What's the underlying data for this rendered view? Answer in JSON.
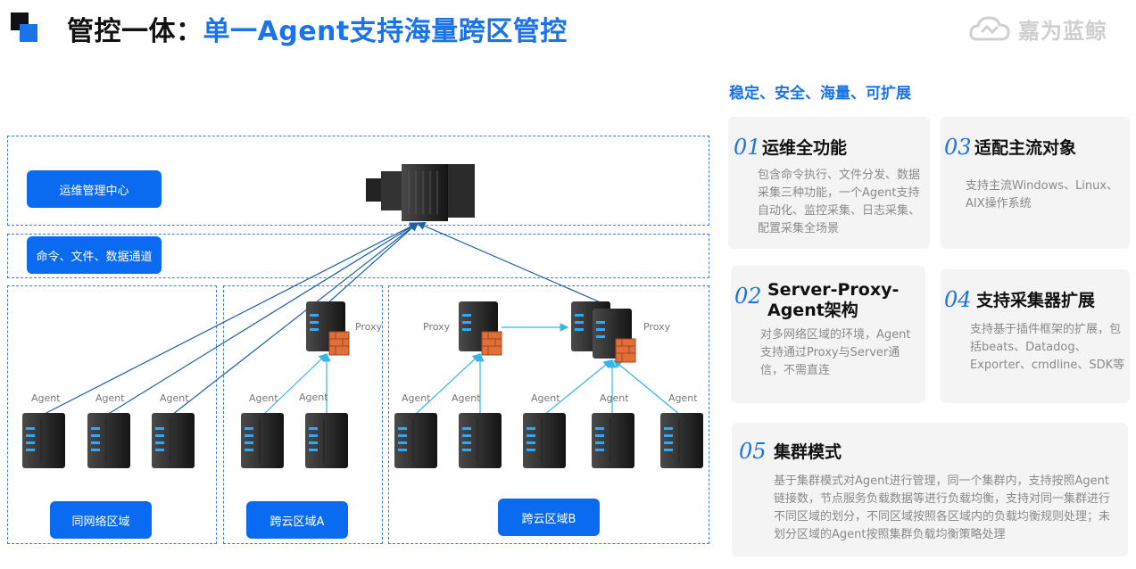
{
  "header": {
    "title_dark": "管控一体：",
    "title_blue": "单一Agent支持海量跨区管控",
    "brand": "嘉为蓝鲸"
  },
  "diagram": {
    "center_label": "运维管理中心",
    "channel_label": "命令、文件、数据通道",
    "zone_same": "同网络区域",
    "zone_a": "跨云区域A",
    "zone_b": "跨云区域B",
    "agent_label": "Agent",
    "proxy_label": "Proxy"
  },
  "panel": {
    "subtitle": "稳定、安全、海量、可扩展",
    "cards": [
      {
        "num": "01",
        "title": "运维全功能",
        "desc": "包含命令执行、文件分发、数据采集三种功能，一个Agent支持自动化、监控采集、日志采集、配置采集全场景"
      },
      {
        "num": "03",
        "title": "适配主流对象",
        "desc": "支持主流Windows、Linux、AIX操作系统"
      },
      {
        "num": "02",
        "title": "Server-Proxy-Agent架构",
        "desc": "对多网络区域的环境，Agent支持通过Proxy与Server通信，不需直连"
      },
      {
        "num": "04",
        "title": "支持采集器扩展",
        "desc": "支持基于插件框架的扩展，包括beats、Datadog、Exporter、cmdline、SDK等"
      },
      {
        "num": "05",
        "title": "集群模式",
        "desc": "基于集群模式对Agent进行管理，同一个集群内，支持按照Agent链接数，节点服务负载数据等进行负载均衡，支持对同一集群进行不同区域的划分，不同区域按照各区域内的负载均衡规则处理；未划分区域的Agent按照集群负载均衡策略处理"
      }
    ]
  },
  "colors": {
    "accent": "#1a73e8",
    "button": "#0a6af0",
    "card_bg": "#f4f4f4",
    "line_dark": "#1f5fa8",
    "line_light": "#35b6e6"
  }
}
